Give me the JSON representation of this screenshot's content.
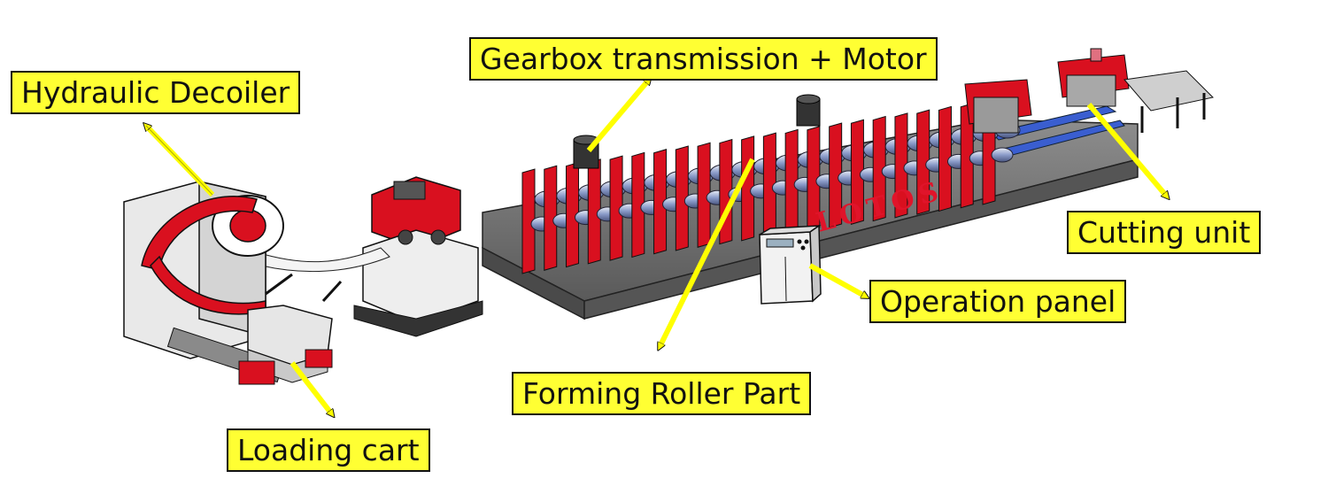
{
  "colors": {
    "label_fill": "#ffff33",
    "machine_red": "#d9101f",
    "frame_gray": "#6f6f6f",
    "roller_blue": "#8aa0d8"
  },
  "brand": "LOTOS",
  "labels": {
    "hydraulic_decoiler": "Hydraulic Decoiler",
    "gearbox": "Gearbox transmission + Motor",
    "cutting_unit": "Cutting unit",
    "operation_panel": "Operation panel",
    "forming_roller": "Forming Roller Part",
    "loading_cart": "Loading cart"
  }
}
